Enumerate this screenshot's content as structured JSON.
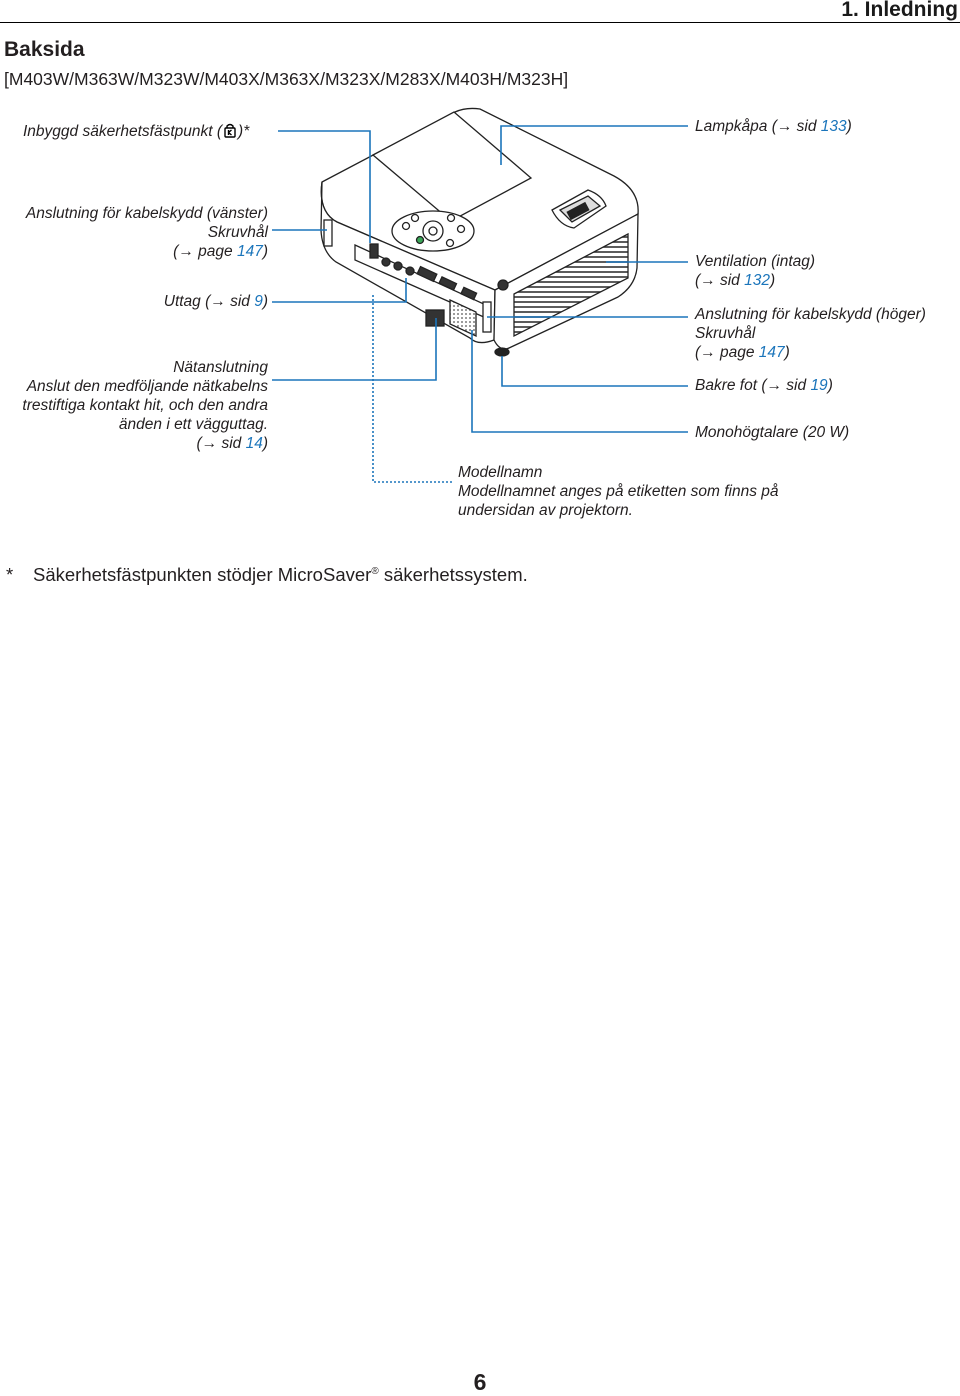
{
  "header": {
    "chapter": "1. Inledning"
  },
  "section": {
    "title": "Baksida",
    "models": "[M403W/M363W/M323W/M403X/M363X/M323X/M283X/M403H/M323H]"
  },
  "labels": {
    "security_slot": {
      "prefix": "Inbyggd säkerhetsfästpunkt (",
      "suffix": ")*"
    },
    "lamp_cover": {
      "prefix": "Lampkåpa (",
      "arrow": "→",
      "mid": " sid ",
      "page": "133",
      "suffix": ")"
    },
    "cable_cover_left": {
      "line1": "Anslutning för kabelskydd (vänster)",
      "line2": "Skruvhål",
      "line3": {
        "prefix": "(",
        "arrow": "→",
        "mid": " page ",
        "page": "147",
        "suffix": ")"
      }
    },
    "terminals": {
      "prefix": "Uttag (",
      "arrow": "→",
      "mid": " sid ",
      "page": "9",
      "suffix": ")"
    },
    "ac_input": {
      "line1": "Nätanslutning",
      "line2": "Anslut den medföljande nätkabelns",
      "line3": "trestiftiga kontakt hit, och den andra",
      "line4": "änden i ett vägguttag.",
      "line5": {
        "prefix": "(",
        "arrow": "→",
        "mid": " sid ",
        "page": "14",
        "suffix": ")"
      }
    },
    "ventilation": {
      "line1": "Ventilation (intag)",
      "line2": {
        "prefix": "(",
        "arrow": "→",
        "mid": " sid ",
        "page": "132",
        "suffix": ")"
      }
    },
    "cable_cover_right": {
      "line1": "Anslutning för kabelskydd (höger)",
      "line2": "Skruvhål",
      "line3": {
        "prefix": "(",
        "arrow": "→",
        "mid": " page ",
        "page": "147",
        "suffix": ")"
      }
    },
    "rear_foot": {
      "prefix": "Bakre fot (",
      "arrow": "→",
      "mid": " sid ",
      "page": "19",
      "suffix": ")"
    },
    "speaker": "Monohögtalare (20 W)",
    "model_name": {
      "line1": "Modellnamn",
      "line2": "Modellnamnet anges på etiketten som finns på",
      "line3": "undersidan av projektorn."
    }
  },
  "footnote": {
    "marker": "*",
    "text_before": "Säkerhetsfästpunkten stödjer MicroSaver",
    "reg": "®",
    "text_after": " säkerhetssystem."
  },
  "page_number": "6",
  "colors": {
    "callout_line": "#1b75bb",
    "page_link": "#1b75bb"
  }
}
